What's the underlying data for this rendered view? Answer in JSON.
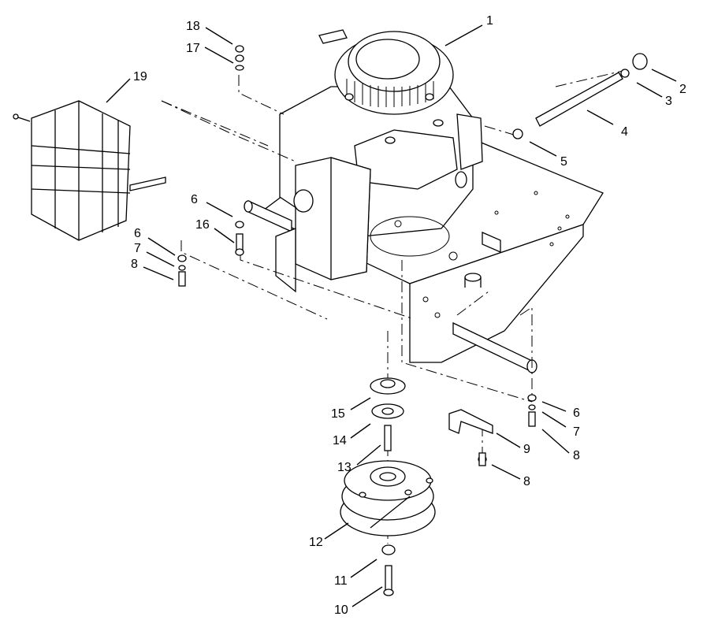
{
  "callouts": [
    {
      "num": "1"
    },
    {
      "num": "2"
    },
    {
      "num": "3"
    },
    {
      "num": "4"
    },
    {
      "num": "5"
    },
    {
      "num": "6"
    },
    {
      "num": "16"
    },
    {
      "num": "6"
    },
    {
      "num": "7"
    },
    {
      "num": "8"
    },
    {
      "num": "18"
    },
    {
      "num": "17"
    },
    {
      "num": "19"
    },
    {
      "num": "6"
    },
    {
      "num": "7"
    },
    {
      "num": "8"
    },
    {
      "num": "9"
    },
    {
      "num": "8"
    },
    {
      "num": "15"
    },
    {
      "num": "14"
    },
    {
      "num": "13"
    },
    {
      "num": "12"
    },
    {
      "num": "11"
    },
    {
      "num": "10"
    }
  ]
}
